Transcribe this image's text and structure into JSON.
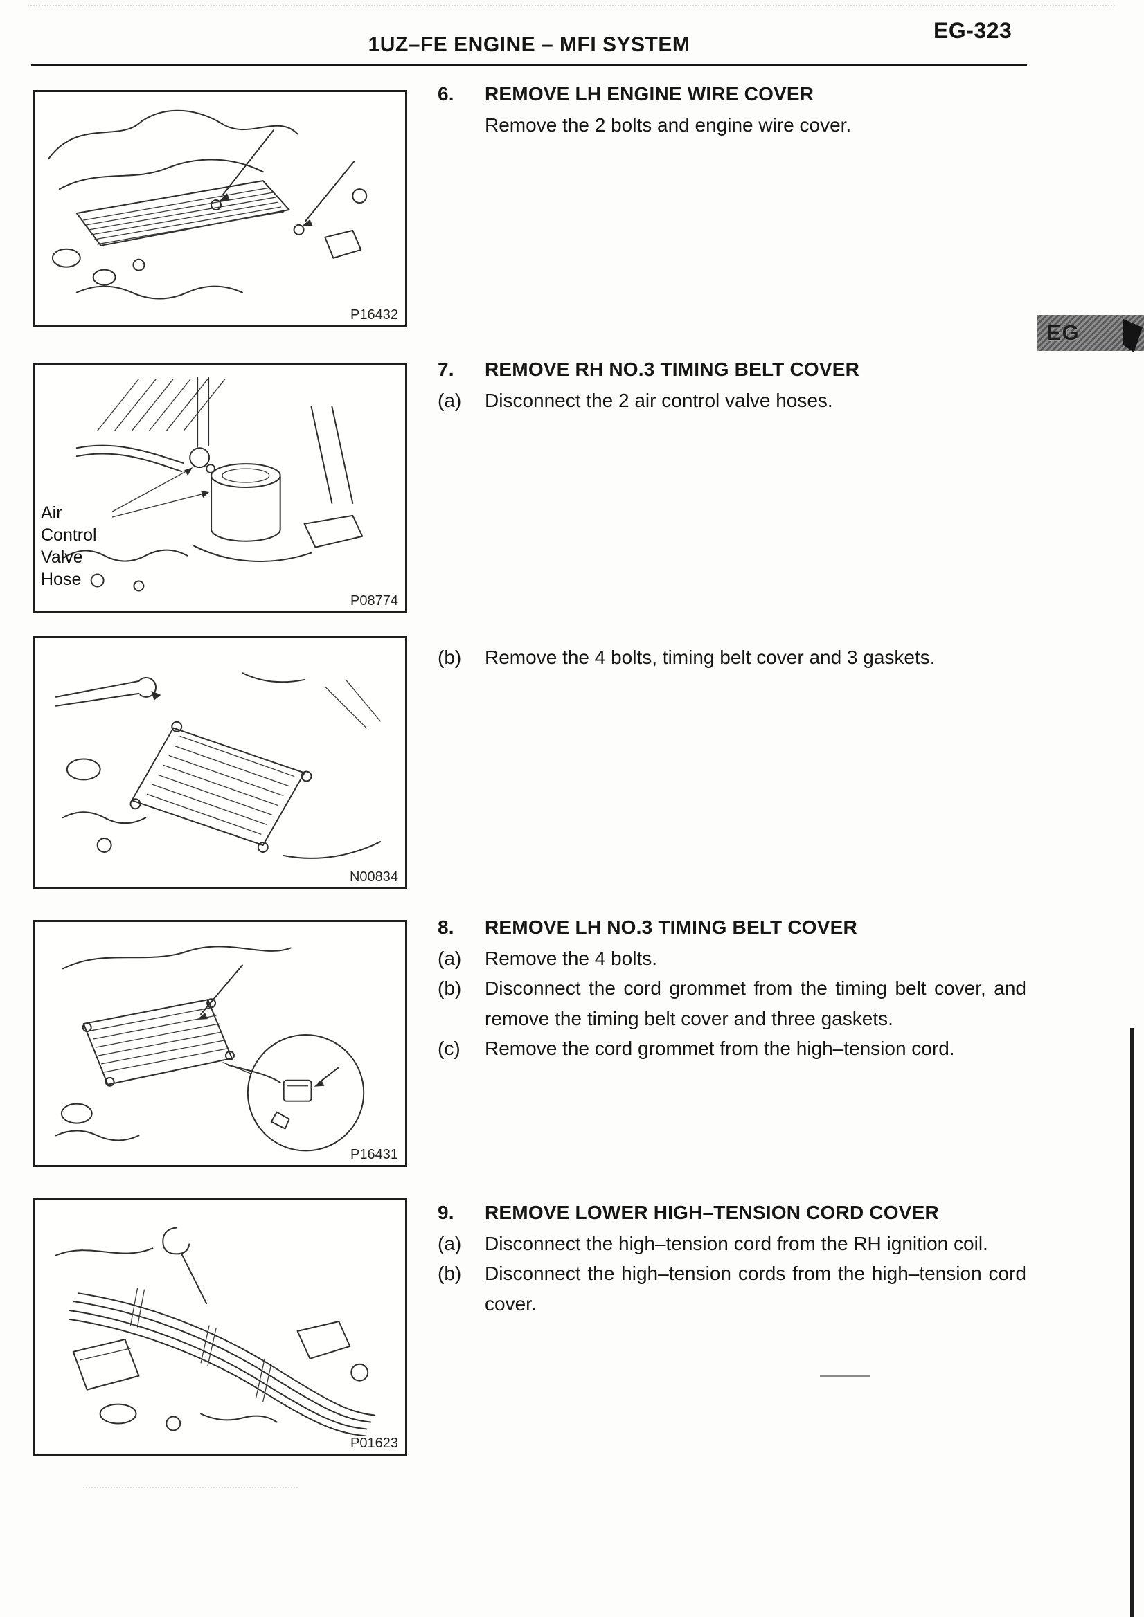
{
  "header": {
    "title": "1UZ–FE ENGINE – MFI SYSTEM",
    "page_number": "EG-323",
    "edge_tab": "EG"
  },
  "figures": [
    {
      "code": "P16432",
      "label": ""
    },
    {
      "code": "P08774",
      "label": "Air\nControl\nValve\nHose"
    },
    {
      "code": "N00834",
      "label": ""
    },
    {
      "code": "P16431",
      "label": ""
    },
    {
      "code": "P01623",
      "label": ""
    }
  ],
  "steps": [
    {
      "num": "6.",
      "title": "REMOVE LH ENGINE WIRE COVER",
      "items": [
        {
          "marker": "",
          "text": "Remove the 2 bolts and engine wire cover."
        }
      ]
    },
    {
      "num": "7.",
      "title": "REMOVE RH NO.3 TIMING BELT COVER",
      "items": [
        {
          "marker": "(a)",
          "text": "Disconnect the 2 air control valve hoses."
        },
        {
          "marker": "(b)",
          "text": "Remove the 4 bolts, timing belt cover and 3 gaskets."
        }
      ]
    },
    {
      "num": "8.",
      "title": "REMOVE LH NO.3 TIMING BELT COVER",
      "items": [
        {
          "marker": "(a)",
          "text": "Remove the 4 bolts."
        },
        {
          "marker": "(b)",
          "text": "Disconnect the cord grommet from the timing belt cover, and remove the timing belt cover and three gaskets."
        },
        {
          "marker": "(c)",
          "text": "Remove the cord grommet from the high–tension cord."
        }
      ]
    },
    {
      "num": "9.",
      "title": "REMOVE LOWER HIGH–TENSION CORD COVER",
      "items": [
        {
          "marker": "(a)",
          "text": "Disconnect the high–tension cord from the RH ignition coil."
        },
        {
          "marker": "(b)",
          "text": "Disconnect the high–tension cords from the high–tension cord cover."
        }
      ]
    }
  ]
}
